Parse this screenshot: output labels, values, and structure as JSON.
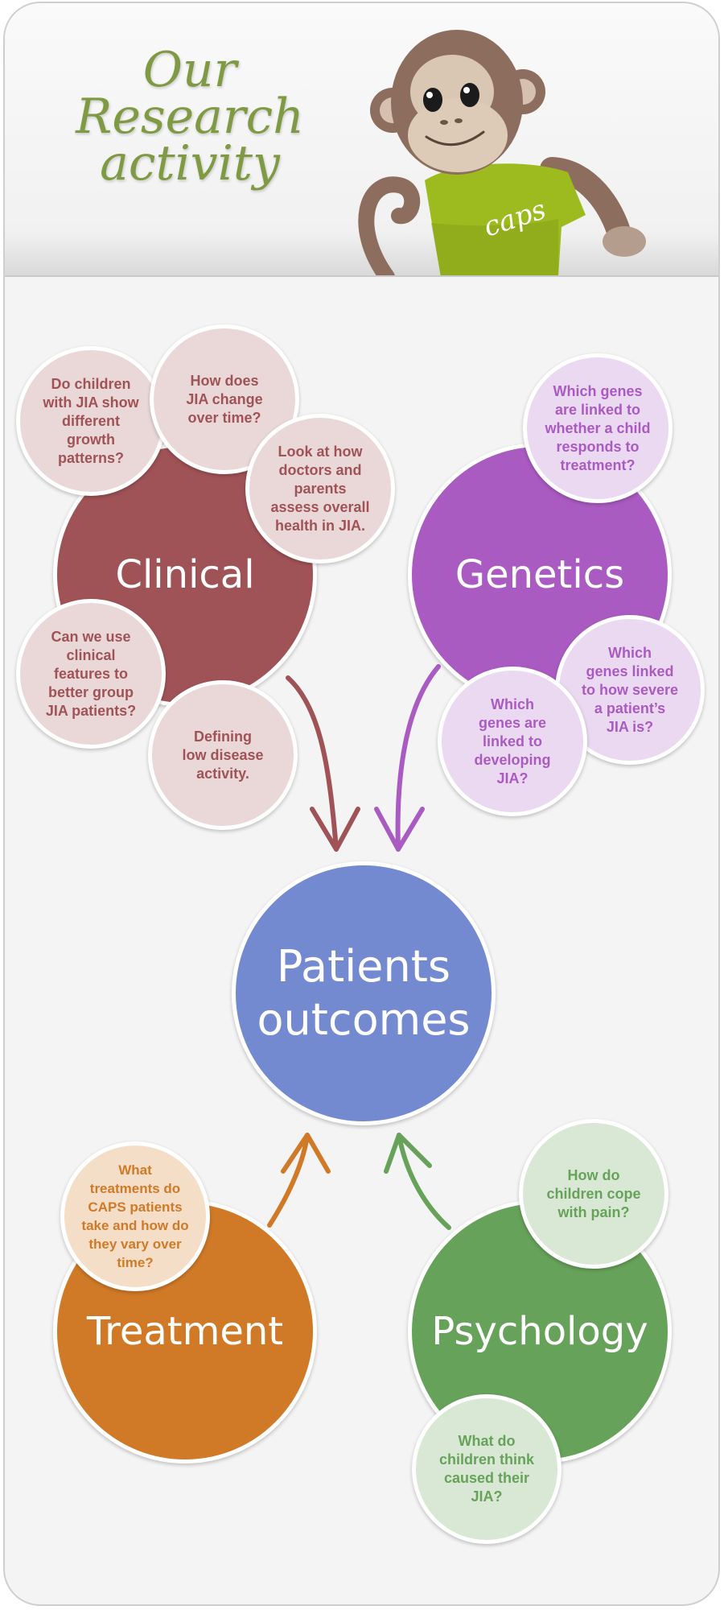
{
  "header": {
    "title_lines": [
      "Our",
      "Research",
      "activity"
    ],
    "mascot_shirt_text": "caps"
  },
  "colors": {
    "clinical": "#a05356",
    "clinical_light": "#ead8d8",
    "genetics": "#aa5bc2",
    "genetics_light": "#ead9f0",
    "outcomes": "#7389d0",
    "treatment": "#d07a27",
    "treatment_light": "#f5dec8",
    "psychology": "#67a25a",
    "psychology_light": "#d9e8d4",
    "title_green": "#7f9a43"
  },
  "clinical": {
    "label": "Clinical",
    "questions": [
      "Do children\nwith JIA show\ndifferent\ngrowth\npatterns?",
      "How does\nJIA change\nover time?",
      "Look at how\ndoctors and\nparents\nassess overall\nhealth in JIA.",
      "Can we use\nclinical\nfeatures to\nbetter group\nJIA patients?",
      "Defining\nlow disease\nactivity."
    ]
  },
  "genetics": {
    "label": "Genetics",
    "questions": [
      "Which genes\nare linked to\nwhether a child\nresponds to\ntreatment?",
      "Which\ngenes linked\nto how severe\na patient’s\nJIA is?",
      "Which\ngenes are\nlinked to\ndeveloping\nJIA?"
    ]
  },
  "outcomes": {
    "label": "Patients\noutcomes"
  },
  "treatment": {
    "label": "Treatment",
    "questions": [
      "What\ntreatments do\nCAPS patients\ntake and how do\nthey vary over\ntime?"
    ]
  },
  "psychology": {
    "label": "Psychology",
    "questions": [
      "How do\nchildren cope\nwith pain?",
      "What do\nchildren think\ncaused their\nJIA?"
    ]
  }
}
